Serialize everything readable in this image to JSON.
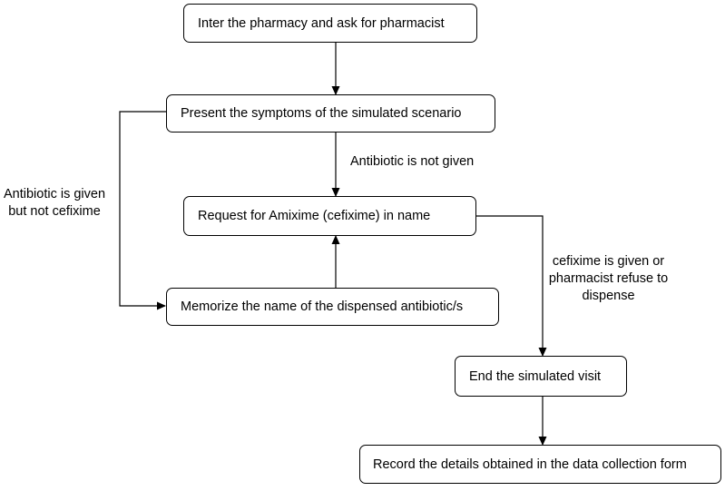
{
  "boxes": {
    "enter_pharmacy": "Inter the pharmacy and ask for pharmacist",
    "present_symptoms": "Present the symptoms of the simulated scenario",
    "request_amixime": "Request for Amixime (cefixime) in name",
    "memorize_name": "Memorize the name of the dispensed antibiotic/s",
    "end_visit": "End the simulated visit",
    "record_details": "Record the details obtained in the data collection form"
  },
  "labels": {
    "antibiotic_not_given": "Antibiotic is not given",
    "antibiotic_given_line1": "Antibiotic is given",
    "antibiotic_given_line2": "but not cefixime",
    "cefixime_given_line1": "cefixime is given or",
    "cefixime_given_line2": "pharmacist refuse to",
    "cefixime_given_line3": "dispense"
  },
  "colors": {
    "stroke": "#000000",
    "background": "#ffffff"
  }
}
